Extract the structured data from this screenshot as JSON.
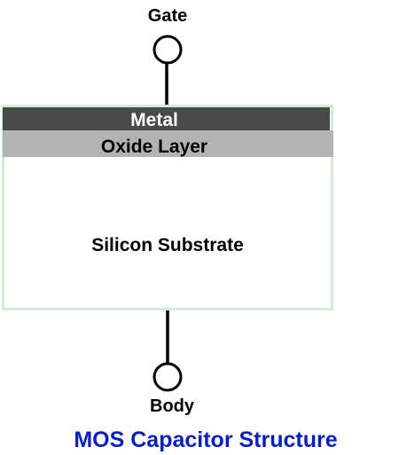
{
  "diagram": {
    "gate_label": "Gate",
    "body_label": "Body",
    "metal_label": "Metal",
    "oxide_label": "Oxide Layer",
    "substrate_label": "Silicon Substrate",
    "caption": "MOS Capacitor Structure"
  },
  "colors": {
    "metal": "#4a4a4a",
    "oxide": "#b3b3b3",
    "frame": "#d6ead6",
    "wire": "#000000",
    "caption": "#0a1fbf",
    "text": "#000000",
    "metal_text": "#ffffff"
  }
}
